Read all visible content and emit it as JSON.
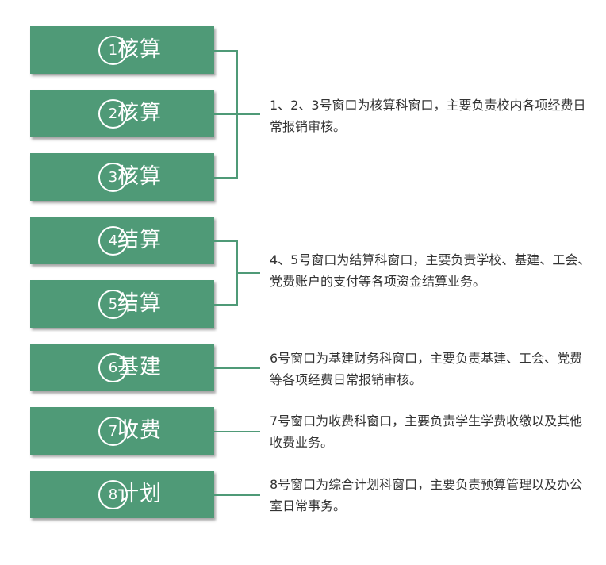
{
  "windows": [
    {
      "num": "1",
      "label": "核算"
    },
    {
      "num": "2",
      "label": "核算"
    },
    {
      "num": "3",
      "label": "核算"
    },
    {
      "num": "4",
      "label": "结算"
    },
    {
      "num": "5",
      "label": "结算"
    },
    {
      "num": "6",
      "label": "基建"
    },
    {
      "num": "7",
      "label": "收费"
    },
    {
      "num": "8",
      "label": "计划"
    }
  ],
  "descriptions": [
    "1、2、3号窗口为核算科窗口，主要负责校内各项经费日常报销审核。",
    "4、5号窗口为结算科窗口，主要负责学校、基建、工会、党费账户的支付等各项资金结算业务。",
    "6号窗口为基建财务科窗口，主要负责基建、工会、党费等各项经费日常报销审核。",
    "7号窗口为收费科窗口，主要负责学生学费收缴以及其他收费业务。",
    "8号窗口为综合计划科窗口，主要负责预算管理以及办公室日常事务。"
  ],
  "accent_color": "#4f9a77"
}
